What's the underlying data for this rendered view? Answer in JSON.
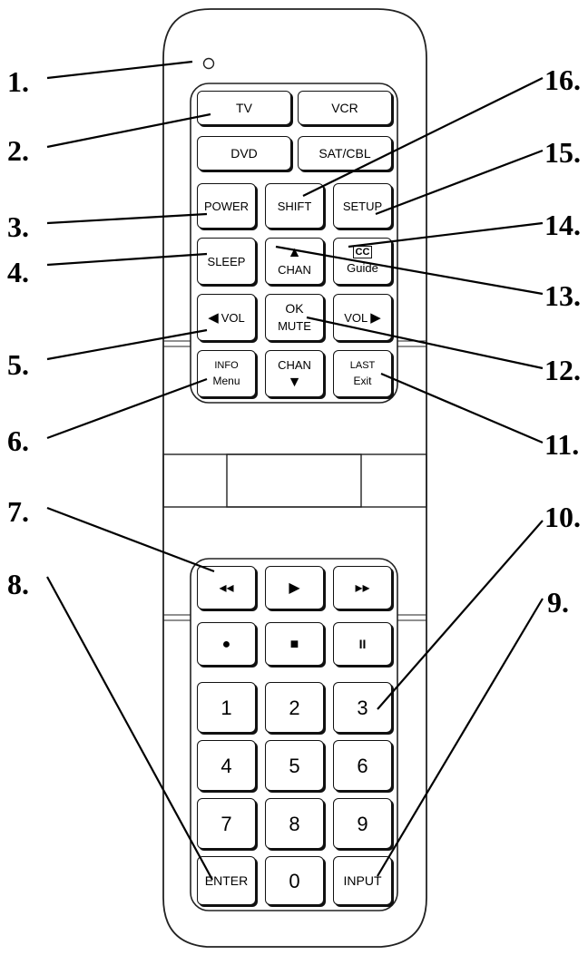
{
  "callouts": {
    "n1": "1.",
    "n2": "2.",
    "n3": "3.",
    "n4": "4.",
    "n5": "5.",
    "n6": "6.",
    "n7": "7.",
    "n8": "8.",
    "n9": "9.",
    "n10": "10.",
    "n11": "11.",
    "n12": "12.",
    "n13": "13.",
    "n14": "14.",
    "n15": "15.",
    "n16": "16."
  },
  "buttons": {
    "tv": "TV",
    "vcr": "VCR",
    "dvd": "DVD",
    "sat_cbl": "SAT/CBL",
    "power": "POWER",
    "shift": "SHIFT",
    "setup": "SETUP",
    "sleep": "SLEEP",
    "chan_up_arrow": "▲",
    "chan_up_label": "CHAN",
    "cc_label": "CC",
    "guide_label": "Guide",
    "vol_left_arrow": "◀",
    "vol_left_label": "VOL",
    "ok_label": "OK",
    "mute_label": "MUTE",
    "vol_right_label": "VOL",
    "vol_right_arrow": "▶",
    "info_label": "INFO",
    "menu_label": "Menu",
    "chan_down_label": "CHAN",
    "chan_down_arrow": "▼",
    "last_label": "LAST",
    "exit_label": "Exit",
    "rewind": "◂◂",
    "play": "▶",
    "fast_forward": "▸▸",
    "record": "●",
    "stop": "■",
    "pause": "II",
    "d1": "1",
    "d2": "2",
    "d3": "3",
    "d4": "4",
    "d5": "5",
    "d6": "6",
    "d7": "7",
    "d8": "8",
    "d9": "9",
    "enter": "ENTER",
    "d0": "0",
    "input": "INPUT"
  }
}
